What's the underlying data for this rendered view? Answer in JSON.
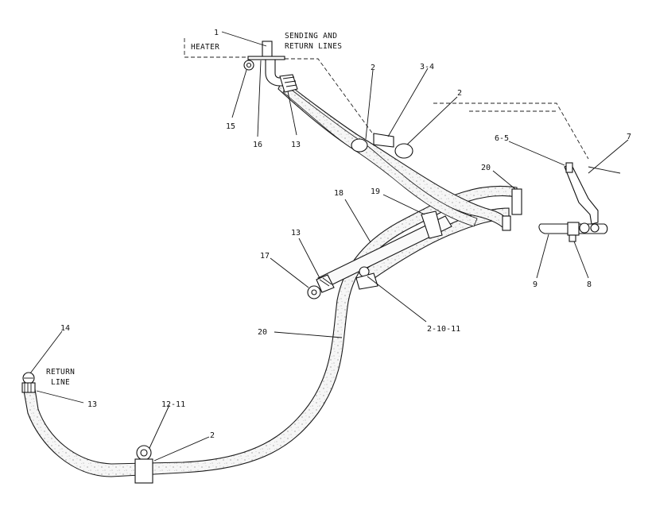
{
  "notes": {
    "heater": "HEATER",
    "sending_line1": "SENDING AND",
    "sending_line2": "RETURN LINES",
    "return_line1": "RETURN",
    "return_line2": "LINE"
  },
  "callouts": {
    "c1": "1",
    "c2a": "2",
    "c34": "3-4",
    "c2b": "2",
    "c65": "6-5",
    "c7": "7",
    "c20a": "20",
    "c19": "19",
    "c18": "18",
    "c13a": "13",
    "c17": "17",
    "c15": "15",
    "c16": "16",
    "c13b": "13",
    "c9": "9",
    "c8": "8",
    "c21011": "2-10-11",
    "c20b": "20",
    "c14": "14",
    "c13c": "13",
    "c1211": "12-11",
    "c2c": "2"
  }
}
